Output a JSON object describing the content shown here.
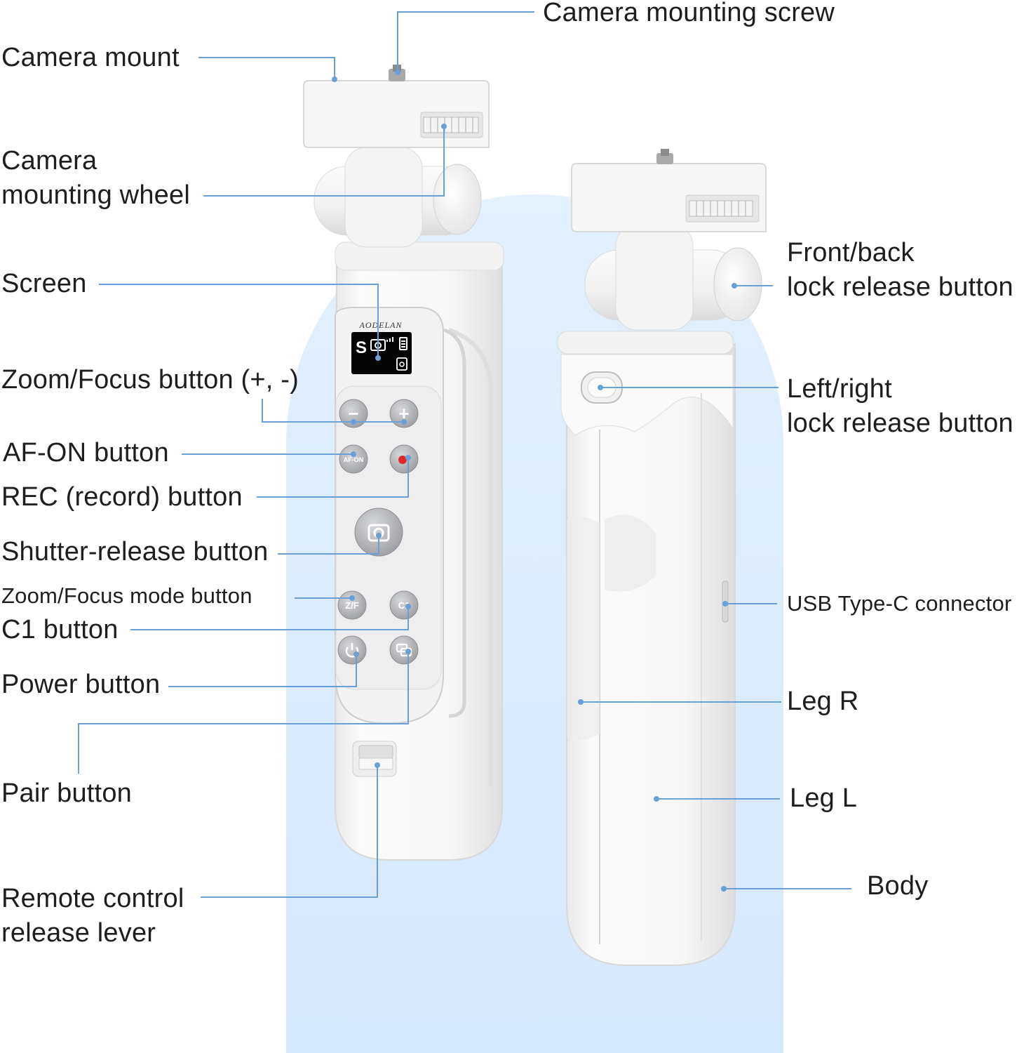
{
  "brand": "AODELAN",
  "screen_glyphs": {
    "mode": "S"
  },
  "buttons": {
    "minus": "−",
    "plus": "+",
    "af_on": "AF-ON",
    "zf": "Z/F",
    "c1": "C1"
  },
  "labels": {
    "camera_mounting_screw": "Camera mounting screw",
    "camera_mount": "Camera mount",
    "camera_mounting_wheel_1": "Camera",
    "camera_mounting_wheel_2": "mounting wheel",
    "screen": "Screen",
    "zoom_focus_button": "Zoom/Focus button (+, -)",
    "af_on_button": "AF-ON button",
    "rec_button": "REC (record) button",
    "shutter_release_button": "Shutter-release button",
    "zoom_focus_mode_button": "Zoom/Focus mode button",
    "c1_button": "C1 button",
    "power_button": "Power button",
    "pair_button": "Pair button",
    "remote_release_lever_1": "Remote control",
    "remote_release_lever_2": "release lever",
    "front_back_lock_1": "Front/back",
    "front_back_lock_2": "lock release button",
    "left_right_lock_1": "Left/right",
    "left_right_lock_2": "lock release button",
    "usb_c": "USB Type-C connector",
    "leg_r": "Leg R",
    "leg_l": "Leg L",
    "body": "Body"
  },
  "colors": {
    "leader_line": "#6aa0d6",
    "backdrop": "#dbeafb",
    "device_white": "#f6f6f6",
    "button_gray": "#b5b7bb",
    "rec_red": "#e0262b",
    "screen_black": "#050505"
  }
}
